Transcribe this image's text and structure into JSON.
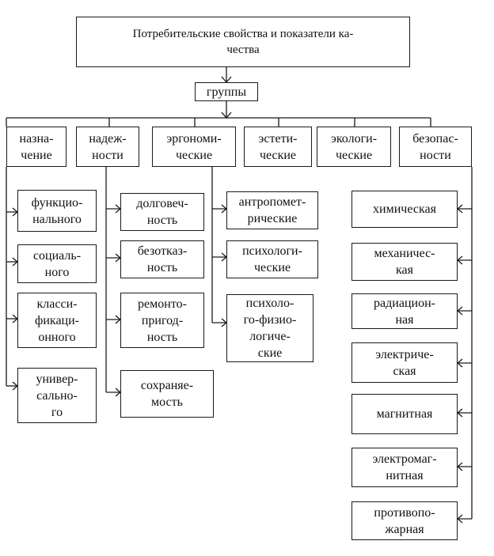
{
  "title": "Потребительские свойства и показатели ка-\nчества",
  "groups_label": "группы",
  "categories": {
    "naznachenie": "назна-\nчение",
    "nadezhnosti": "надеж-\nности",
    "ergonomicheskie": "эргономи-\nческие",
    "esteticheskie": "эстети-\nческие",
    "ekologicheskie": "экологи-\nческие",
    "bezopasnosti": "безопас-\nности"
  },
  "naznachenie_items": [
    "функцио-\nнального",
    "социаль-\nного",
    "класси-\nфикаци-\nонного",
    "универ-\nсально-\nго"
  ],
  "nadezhnosti_items": [
    "долговеч-\nность",
    "безотказ-\nность",
    "ремонто-\nпригод-\nность",
    "сохраняе-\nмость"
  ],
  "ergonomicheskie_items": [
    "антропомет-\nрические",
    "психологи-\nческие",
    "психоло-\nго-физио-\nлогиче-\nские"
  ],
  "bezopasnosti_items": [
    "химическая",
    "механичес-\nкая",
    "радиацион-\nная",
    "электриче-\nская",
    "магнитная",
    "электромаг-\nнитная",
    "противопо-\nжарная"
  ],
  "colors": {
    "line": "#1a1a1a",
    "text": "#111111",
    "background": "#ffffff"
  }
}
